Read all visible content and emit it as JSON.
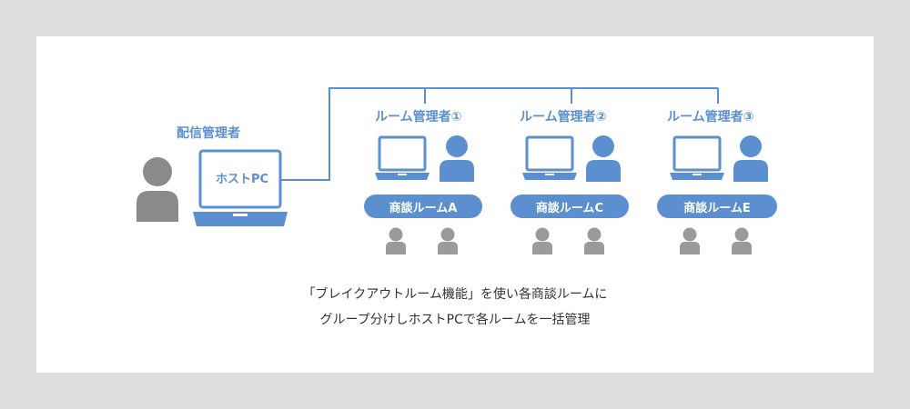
{
  "host": {
    "title": "配信管理者",
    "screen_label": "ホストPC"
  },
  "rooms": [
    {
      "manager_label": "ルーム管理者①",
      "room_name": "商談ルームA"
    },
    {
      "manager_label": "ルーム管理者②",
      "room_name": "商談ルームC"
    },
    {
      "manager_label": "ルーム管理者③",
      "room_name": "商談ルームE"
    }
  ],
  "caption": {
    "line1": "「ブレイクアウトルーム機能」を使い各商談ルームに",
    "line2": "グループ分けしホストPCで各ルームを一括管理"
  },
  "colors": {
    "background": "#dcdddd",
    "accent_blue": "#5b8fcf",
    "person_gray": "#8a8a8a",
    "participant_gray": "#9a9a9a"
  }
}
